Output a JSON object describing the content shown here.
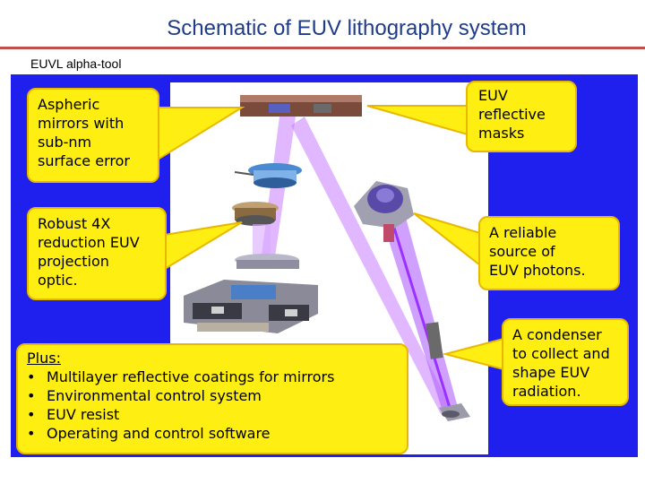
{
  "slide": {
    "title": "Schematic of EUV lithography system",
    "subtitle": "EUVL alpha-tool"
  },
  "callouts": {
    "aspheric": [
      "Aspheric",
      "mirrors with",
      "sub-nm",
      "surface error"
    ],
    "optic": [
      "Robust 4X",
      "reduction EUV",
      "projection",
      "optic."
    ],
    "masks": [
      "EUV",
      "reflective",
      "masks"
    ],
    "source": [
      "A reliable",
      "source of",
      "EUV photons."
    ],
    "condenser": [
      "A condenser",
      "to collect and",
      "shape EUV",
      "radiation."
    ]
  },
  "plus": {
    "heading": "Plus:",
    "items": [
      "Multilayer reflective coatings for mirrors",
      "Environmental control system",
      "EUV resist",
      "Operating and control software"
    ],
    "bullet": "•"
  },
  "colors": {
    "panel": "#2020ee",
    "callout_fill": "#ffee11",
    "beam": "#c87dff",
    "title": "#1f3c88",
    "rule": "#c0504d"
  }
}
